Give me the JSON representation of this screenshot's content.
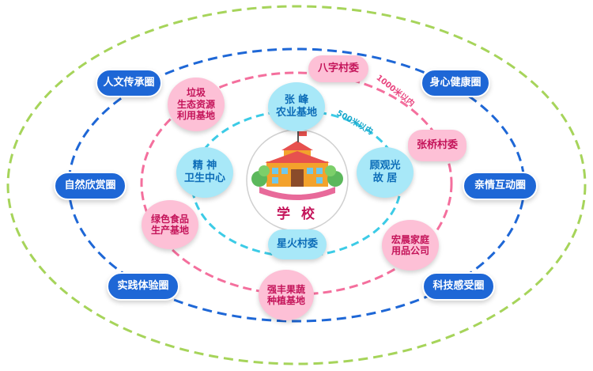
{
  "center": {
    "label": "学 校",
    "icon": "school-building-icon"
  },
  "outer_ring": [
    "人文传承圈",
    "身心健康圈",
    "自然欣赏圈",
    "亲情互动圈",
    "实践体验圈",
    "科技感受圈"
  ],
  "middle_ring": [
    "八字村委",
    "垃圾\n生态资源\n利用基地",
    "张桥村委",
    "绿色食品\n生产基地",
    "宏晨家庭\n用品公司",
    "强丰果蔬\n种植基地"
  ],
  "inner_ring": [
    "张  峰\n农业基地",
    "精  神\n卫生中心",
    "顾观光\n故  居",
    "星火村委"
  ],
  "distances": {
    "middle": "1000米以内",
    "inner": "500米以内"
  },
  "colors": {
    "outer_dash": "#a6d45a",
    "blue_dash": "#1e67d6",
    "pink_dash": "#f46f9d",
    "cyan_dash": "#3ccbe6",
    "blue_node": "#1e67d6",
    "pink_node": "#fdc0d6",
    "cyan_node": "#a8e8f8"
  }
}
